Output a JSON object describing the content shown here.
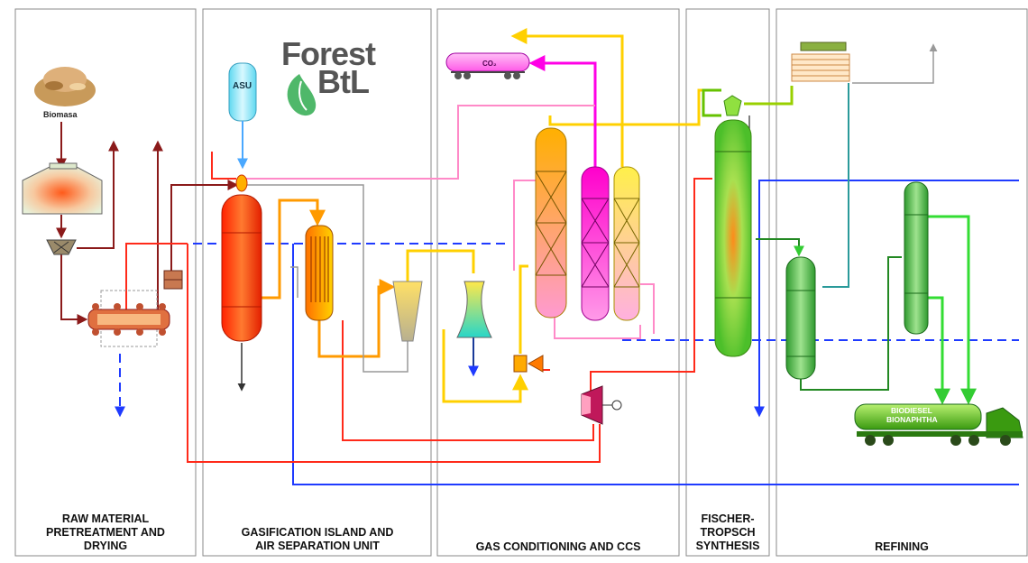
{
  "logo": {
    "line1": "Forest",
    "line2": "BtL"
  },
  "labels": {
    "biomass": "Biomasa",
    "asu": "ASU",
    "co2": "CO₂",
    "truck_line1": "BIODIESEL",
    "truck_line2": "BIONAPHTHA"
  },
  "sections": [
    {
      "id": "raw",
      "label": "RAW MATERIAL\nPRETREATMENT AND\nDRYING"
    },
    {
      "id": "gasification",
      "label": "GASIFICATION ISLAND AND\nAIR SEPARATION UNIT"
    },
    {
      "id": "conditioning",
      "label": "GAS CONDITIONING AND CCS"
    },
    {
      "id": "ft",
      "label": "FISCHER-\nTROPSCH\nSYNTHESIS"
    },
    {
      "id": "refining",
      "label": "REFINING"
    }
  ],
  "colors": {
    "biomass_line": "#8b1a1a",
    "syngas_hot": "#ff3b1f",
    "syngas_orange": "#ff9a00",
    "syngas_yellow": "#ffd000",
    "co2_magenta": "#ff00e6",
    "pink": "#ff80c8",
    "water_blue": "#1f3bff",
    "ft_green": "#66c200",
    "product_green": "#33cc33",
    "panel_border": "#888888"
  }
}
